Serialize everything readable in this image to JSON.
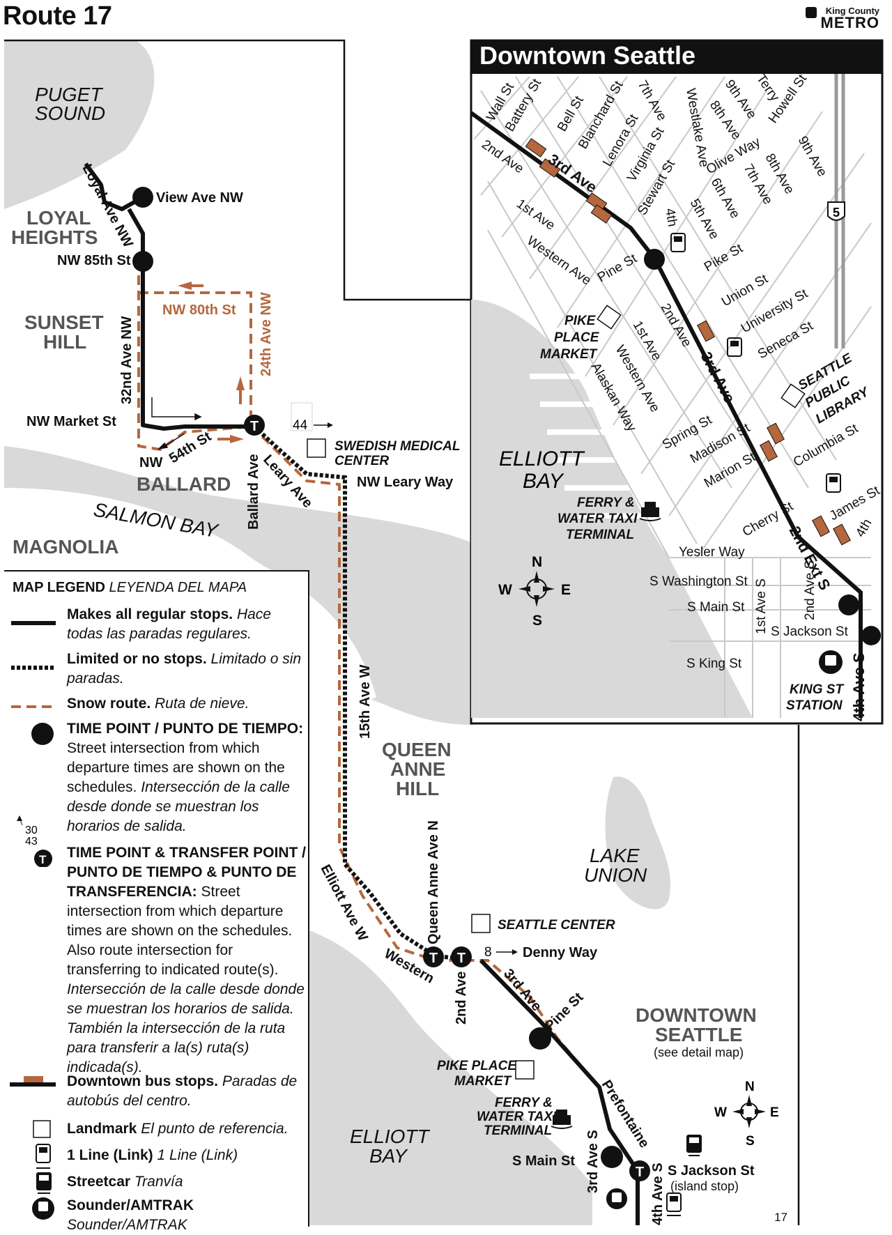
{
  "header": {
    "title": "Route 17",
    "logo_line1": "King County",
    "logo_line2": "METRO",
    "page_number": "17"
  },
  "colors": {
    "route": "#111111",
    "snow_route": "#b5673e",
    "water": "#d9d9d9",
    "downtown_stop": "#b5673e",
    "streets": "#c8c8c8"
  },
  "main_map": {
    "areas": {
      "puget_sound": [
        "PUGET",
        "SOUND"
      ],
      "loyal_heights": [
        "LOYAL",
        "HEIGHTS"
      ],
      "sunset_hill": [
        "SUNSET",
        "HILL"
      ],
      "ballard": "BALLARD",
      "salmon_bay": "SALMON BAY",
      "magnolia": "MAGNOLIA",
      "queen_anne_hill": [
        "QUEEN",
        "ANNE",
        "HILL"
      ],
      "lake_union": [
        "LAKE",
        "UNION"
      ],
      "downtown_seattle": [
        "DOWNTOWN",
        "SEATTLE"
      ],
      "see_detail": "(see detail map)",
      "elliott_bay": [
        "ELLIOTT",
        "BAY"
      ]
    },
    "streets": {
      "view_ave": "View Ave NW",
      "loyal_ave": "Loyal Ave NW",
      "nw85": "NW 85th St",
      "nw80": "NW 80th St",
      "ave24": "24th Ave NW",
      "ave32": "32nd Ave NW",
      "market": "NW Market St",
      "nw": "NW",
      "st54": "54th St",
      "ballard_ave": "Ballard Ave",
      "leary_ave": "Leary Ave",
      "leary_way": "NW Leary Way",
      "ave15": "15th Ave W",
      "elliott": "Elliott Ave W",
      "western": "Western",
      "queen_anne_ave": "Queen Anne Ave N",
      "ave2": "2nd Ave",
      "ave3": "3rd Ave",
      "pine": "Pine St",
      "prefontaine": "Prefontaine",
      "ave3s": "3rd Ave S",
      "ave4s": "4th Ave S",
      "smain": "S Main St",
      "denny": "Denny Way",
      "sjackson": "S Jackson St",
      "island": "(island stop)"
    },
    "transfers": {
      "route_44": "44",
      "route_8": "8"
    },
    "landmarks": {
      "swedish": [
        "SWEDISH MEDICAL",
        "CENTER"
      ],
      "seattle_center": "SEATTLE CENTER",
      "pike_place": [
        "PIKE PLACE",
        "MARKET"
      ],
      "ferry": [
        "FERRY &",
        "WATER TAXI",
        "TERMINAL"
      ]
    },
    "compass": {
      "n": "N",
      "s": "S",
      "e": "E",
      "w": "W"
    }
  },
  "inset": {
    "title": "Downtown Seattle",
    "streets": {
      "wall": "Wall St",
      "battery": "Battery St",
      "bell": "Bell St",
      "blanchard": "Blanchard St",
      "lenora": "Lenora St",
      "virginia": "Virginia St",
      "stewart": "Stewart St",
      "ave7": "7th Ave",
      "westlake": "Westlake Ave",
      "ave9": "9th Ave",
      "ave8": "8th Ave",
      "terry": "Terry",
      "howell": "Howell St",
      "ave2": "2nd Ave",
      "ave3": "3rd Ave",
      "ave1": "1st Ave",
      "western": "Western Ave",
      "ave4": "4th",
      "ave5": "5th Ave",
      "ave6": "6th Ave",
      "olive": "Olive Way",
      "ave7b": "7th Ave",
      "ave8b": "8th Ave",
      "ave9b": "9th Ave",
      "pine": "Pine St",
      "pike": "Pike St",
      "union": "Union St",
      "university": "University St",
      "seneca": "Seneca St",
      "ave1b": "1st Ave",
      "ave2b": "2nd Ave",
      "western2": "Western Ave",
      "alaskan": "Alaskan Way",
      "ave3b": "3rd Ave",
      "spring": "Spring St",
      "madison": "Madison St",
      "marion": "Marion St",
      "columbia": "Columbia St",
      "cherry": "Cherry St",
      "james": "James St",
      "ave4b": "4th",
      "ext2": "2nd Ext S",
      "yesler": "Yesler Way",
      "swash": "S Washington St",
      "smain": "S Main St",
      "ave1s": "1st Ave S",
      "ave2s": "2nd Ave S",
      "sjackson": "S Jackson St",
      "sking": "S King St",
      "ave4s": "4th Ave S",
      "i5": "5"
    },
    "landmarks": {
      "pike": [
        "PIKE",
        "PLACE",
        "MARKET"
      ],
      "library": [
        "SEATTLE",
        "PUBLIC",
        "LIBRARY"
      ],
      "ferry": [
        "FERRY &",
        "WATER TAXI",
        "TERMINAL"
      ],
      "king": [
        "KING ST",
        "STATION"
      ],
      "elliott": [
        "ELLIOTT",
        "BAY"
      ]
    },
    "compass": {
      "n": "N",
      "s": "S",
      "e": "E",
      "w": "W"
    }
  },
  "legend": {
    "title": "MAP LEGEND",
    "title_es": "LEYENDA DEL MAPA",
    "items": [
      {
        "bold": "Makes all regular stops.",
        "italic": "Hace todas las paradas regulares."
      },
      {
        "bold": "Limited or no stops.",
        "italic": "Limitado o sin paradas."
      },
      {
        "bold": "Snow route.",
        "italic": "Ruta de nieve."
      },
      {
        "bold": "TIME POINT / PUNTO DE TIEMPO:",
        "plain": "Street intersection from which departure times are shown on the schedules.",
        "italic": "Intersección de la calle desde donde se muestran los horarios de salida."
      },
      {
        "bold": "TIME POINT & TRANSFER POINT / PUNTO DE TIEMPO & PUNTO DE TRANSFERENCIA:",
        "plain": "Street intersection from which departure times are shown on the schedules. Also route intersection for transferring to indicated route(s).",
        "italic": "Intersección de la calle desde donde se muestran los horarios de salida. También la intersección de la ruta para transferir a la(s) ruta(s) indicada(s)."
      },
      {
        "bold": "Downtown bus stops.",
        "italic": "Paradas de autobús del centro."
      },
      {
        "bold": "Landmark",
        "italic": "El punto de referencia."
      },
      {
        "bold": "1 Line (Link)",
        "italic": "1 Line (Link)"
      },
      {
        "bold": "Streetcar",
        "italic": "Tranvía"
      },
      {
        "bold": "Sounder/AMTRAK",
        "italic": "Sounder/AMTRAK"
      }
    ],
    "transfer_example": [
      "30",
      "43"
    ]
  }
}
